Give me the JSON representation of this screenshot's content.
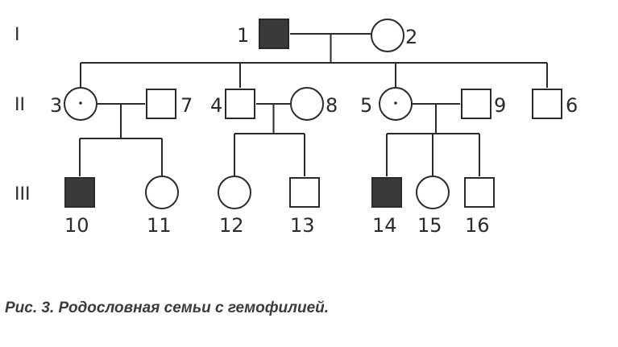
{
  "generations": [
    {
      "id": "g1",
      "label": "I"
    },
    {
      "id": "g2",
      "label": "II"
    },
    {
      "id": "g3",
      "label": "III"
    }
  ],
  "individuals": [
    {
      "id": "1",
      "label": "1",
      "sex": "male",
      "affected": true,
      "carrier": false,
      "generation": "I"
    },
    {
      "id": "2",
      "label": "2",
      "sex": "female",
      "affected": false,
      "carrier": false,
      "generation": "I"
    },
    {
      "id": "3",
      "label": "3",
      "sex": "female",
      "affected": false,
      "carrier": true,
      "generation": "II"
    },
    {
      "id": "7",
      "label": "7",
      "sex": "male",
      "affected": false,
      "carrier": false,
      "generation": "II"
    },
    {
      "id": "4",
      "label": "4",
      "sex": "male",
      "affected": false,
      "carrier": false,
      "generation": "II"
    },
    {
      "id": "8",
      "label": "8",
      "sex": "female",
      "affected": false,
      "carrier": false,
      "generation": "II"
    },
    {
      "id": "5",
      "label": "5",
      "sex": "female",
      "affected": false,
      "carrier": true,
      "generation": "II"
    },
    {
      "id": "9",
      "label": "9",
      "sex": "male",
      "affected": false,
      "carrier": false,
      "generation": "II"
    },
    {
      "id": "6",
      "label": "6",
      "sex": "male",
      "affected": false,
      "carrier": false,
      "generation": "II"
    },
    {
      "id": "10",
      "label": "10",
      "sex": "male",
      "affected": true,
      "carrier": false,
      "generation": "III"
    },
    {
      "id": "11",
      "label": "11",
      "sex": "female",
      "affected": false,
      "carrier": false,
      "generation": "III"
    },
    {
      "id": "12",
      "label": "12",
      "sex": "female",
      "affected": false,
      "carrier": false,
      "generation": "III"
    },
    {
      "id": "13",
      "label": "13",
      "sex": "male",
      "affected": false,
      "carrier": false,
      "generation": "III"
    },
    {
      "id": "14",
      "label": "14",
      "sex": "male",
      "affected": true,
      "carrier": false,
      "generation": "III"
    },
    {
      "id": "15",
      "label": "15",
      "sex": "female",
      "affected": false,
      "carrier": false,
      "generation": "III"
    },
    {
      "id": "16",
      "label": "16",
      "sex": "male",
      "affected": false,
      "carrier": false,
      "generation": "III"
    }
  ],
  "marriages": [
    {
      "id": "m1",
      "partners": [
        "1",
        "2"
      ],
      "children": [
        "3",
        "4",
        "5",
        "6"
      ]
    },
    {
      "id": "m2",
      "partners": [
        "3",
        "7"
      ],
      "children": [
        "10",
        "11"
      ]
    },
    {
      "id": "m3",
      "partners": [
        "4",
        "8"
      ],
      "children": [
        "12",
        "13"
      ]
    },
    {
      "id": "m4",
      "partners": [
        "5",
        "9"
      ],
      "children": [
        "14",
        "15",
        "16"
      ]
    }
  ],
  "colors": {
    "ink": "#2a2a2a",
    "affected_fill": "#3a3a3a",
    "caption": "#3a3a3a"
  },
  "caption": "Рис. 3. Родословная семьи с гемофилией."
}
